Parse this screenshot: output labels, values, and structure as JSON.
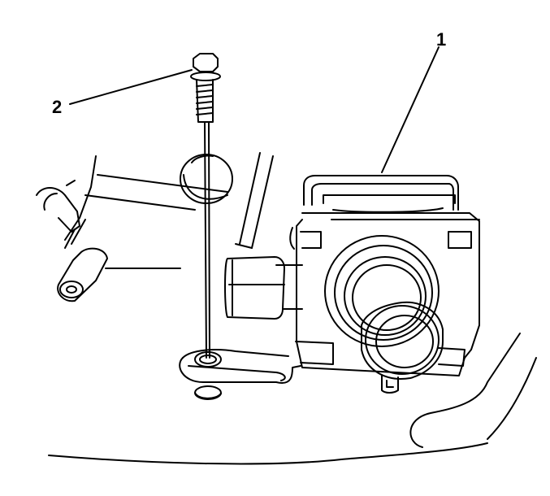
{
  "callouts": [
    {
      "id": "1",
      "label": "1"
    },
    {
      "id": "2",
      "label": "2"
    }
  ],
  "colors": {
    "line": "#000000",
    "fill": "#ffffff"
  }
}
